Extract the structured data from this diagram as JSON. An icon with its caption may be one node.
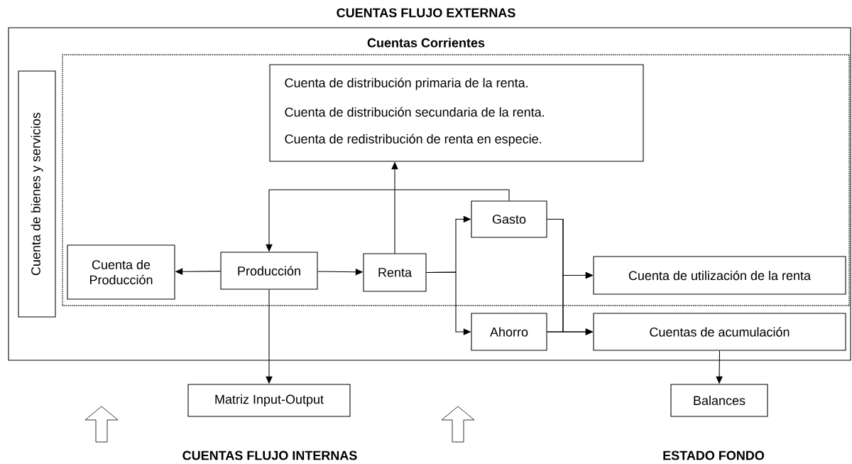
{
  "diagram": {
    "nodes": [
      {
        "text": [
          "CUENTAS FLUJO EXTERNAS"
        ]
      },
      {
        "text": [
          "Cuentas Corrientes"
        ],
        "in": 0
      },
      {
        "text": [
          "Cuenta de bienes y servicios"
        ],
        "in": 0
      },
      {
        "text": [
          "Cuenta de distribución primaria de la renta.",
          "Cuenta de distribución secundaria de la renta.",
          "Cuenta de redistribución de renta en especie."
        ],
        "in": 1
      },
      {
        "text": [
          "Cuenta de Producción"
        ],
        "in": 1
      },
      {
        "text": [
          "Producción"
        ],
        "in": 1
      },
      {
        "text": [
          "Renta"
        ],
        "in": 1
      },
      {
        "text": [
          "Gasto"
        ],
        "in": 1
      },
      {
        "text": [
          "Cuenta de utilización de la renta"
        ],
        "in": 1
      },
      {
        "text": [
          "Ahorro"
        ],
        "in": 0
      },
      {
        "text": [
          "Cuentas de acumulación"
        ],
        "in": 0
      },
      {
        "text": [
          "Matriz Input-Output"
        ]
      },
      {
        "text": [
          "Balances"
        ]
      }
    ],
    "edges": [
      {
        "from": 5,
        "to": 4,
        "arrow": "to"
      },
      {
        "from": 5,
        "to": 6,
        "arrow": "to"
      },
      {
        "from": 6,
        "to": 3,
        "arrow": "to"
      },
      {
        "from": 7,
        "to": 5,
        "arrow": "to"
      },
      {
        "from": 6,
        "to": 7,
        "arrow": "to"
      },
      {
        "from": 6,
        "to": 9,
        "arrow": "to"
      },
      {
        "from": 7,
        "to": 8,
        "arrow": "to"
      },
      {
        "from": 7,
        "to": 10,
        "arrow": "to"
      },
      {
        "from": 9,
        "to": 8,
        "arrow": "to"
      },
      {
        "from": 9,
        "to": 10,
        "arrow": "to"
      },
      {
        "from": 5,
        "to": 11,
        "arrow": "to"
      },
      {
        "from": 10,
        "to": 12,
        "arrow": "to"
      }
    ],
    "labels": [
      "CUENTAS FLUJO INTERNAS",
      "ESTADO FONDO"
    ]
  }
}
